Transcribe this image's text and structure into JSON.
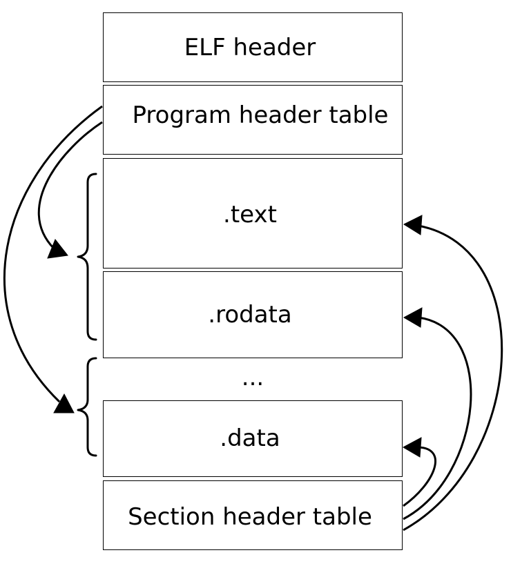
{
  "blocks": {
    "elf_header": "ELF header",
    "program_header_table": "Program header table",
    "text_section": ".text",
    "rodata_section": ".rodata",
    "ellipsis": "...",
    "data_section": ".data",
    "section_header_table": "Section header table"
  }
}
